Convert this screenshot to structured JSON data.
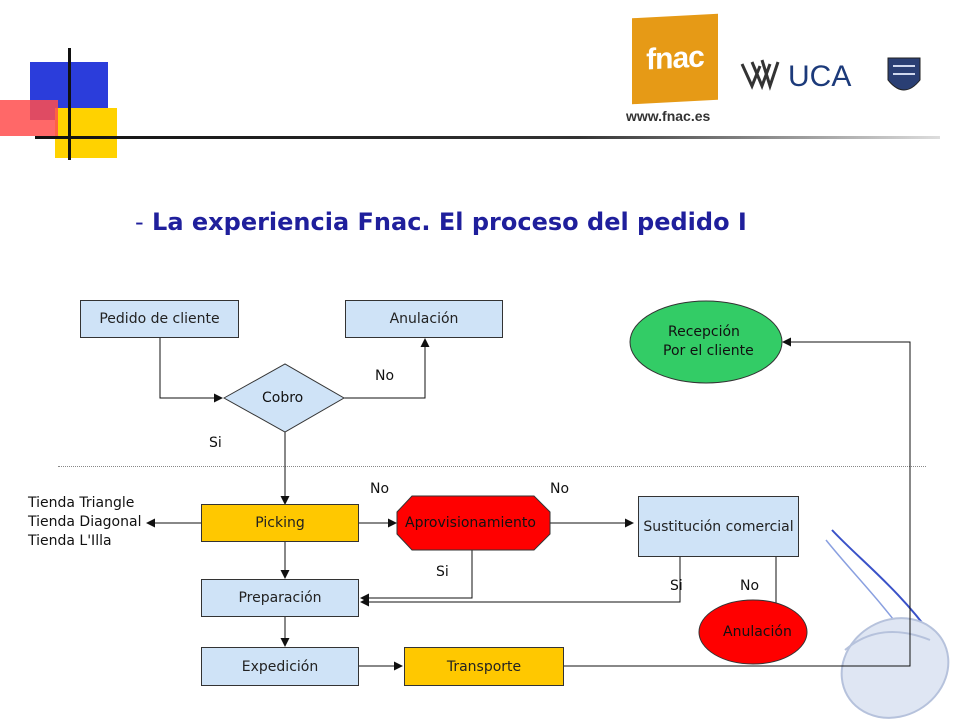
{
  "header": {
    "fnac_logo_text": "fnac",
    "fnac_url": "www.fnac.es",
    "uca_logo_text": "UCA"
  },
  "title": {
    "dash": "-",
    "text": "La experiencia Fnac. El proceso del pedido I"
  },
  "nodes": {
    "pedido": "Pedido de cliente",
    "anulacion_top": "Anulación",
    "cobro": "Cobro",
    "recepcion_line1": "Recepción",
    "recepcion_line2": "Por el cliente",
    "picking": "Picking",
    "aprovisionamiento": "Aprovisionamiento",
    "sustitucion": "Sustitución comercial",
    "preparacion": "Preparación",
    "anulacion_bottom": "Anulación",
    "expedicion": "Expedición",
    "transporte": "Transporte"
  },
  "stores": [
    "Tienda Triangle",
    "Tienda Diagonal",
    "Tienda L'Illa"
  ],
  "edge_labels": {
    "cobro_no": "No",
    "cobro_si": "Si",
    "picking_no": "No",
    "aprov_no": "No",
    "aprov_si": "Si",
    "sust_si": "Si",
    "sust_no": "No"
  },
  "colors": {
    "box_blue": "#cfe3f7",
    "box_yellow": "#ffc800",
    "box_red": "#ff0000",
    "ellipse_green": "#33cc66",
    "title_blue": "#1f1f9c"
  }
}
